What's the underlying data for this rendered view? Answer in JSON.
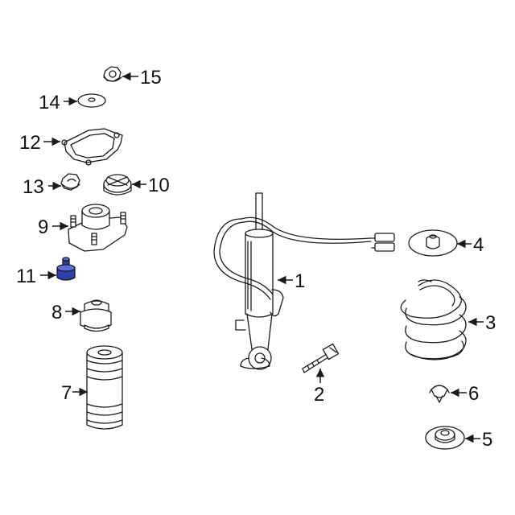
{
  "diagram": {
    "callouts": [
      {
        "id": "part-1",
        "number": "1"
      },
      {
        "id": "part-2",
        "number": "2"
      },
      {
        "id": "part-3",
        "number": "3"
      },
      {
        "id": "part-4",
        "number": "4"
      },
      {
        "id": "part-5",
        "number": "5"
      },
      {
        "id": "part-6",
        "number": "6"
      },
      {
        "id": "part-7",
        "number": "7"
      },
      {
        "id": "part-8",
        "number": "8"
      },
      {
        "id": "part-9",
        "number": "9"
      },
      {
        "id": "part-10",
        "number": "10"
      },
      {
        "id": "part-11",
        "number": "11"
      },
      {
        "id": "part-12",
        "number": "12"
      },
      {
        "id": "part-13",
        "number": "13"
      },
      {
        "id": "part-14",
        "number": "14"
      },
      {
        "id": "part-15",
        "number": "15"
      }
    ],
    "highlight_part": "11",
    "colors": {
      "line": "#1a1a1a",
      "highlight_fill": "#2b3fae",
      "highlight_light": "#5b6fe0"
    }
  }
}
